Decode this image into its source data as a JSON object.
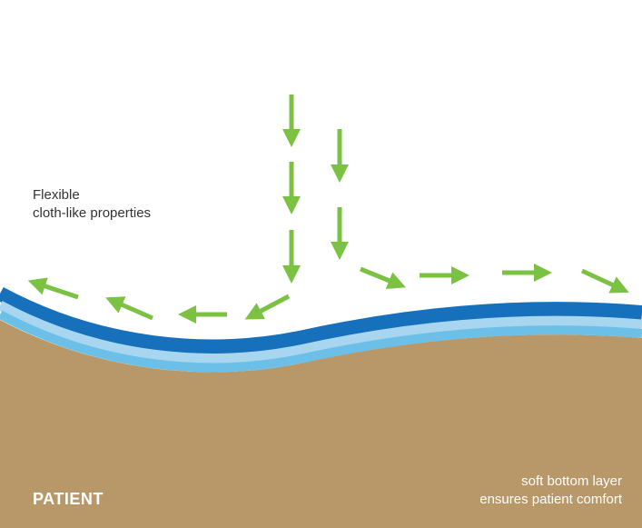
{
  "labels": {
    "flexible_line1": "Flexible",
    "flexible_line2": "cloth-like properties",
    "soft_line1": "soft bottom layer",
    "soft_line2": "ensures patient comfort",
    "patient": "PATIENT"
  },
  "colors": {
    "background": "#ffffff",
    "patient_body": "#b89868",
    "layer_outer": "#1670bb",
    "layer_middle": "#a8d6f1",
    "layer_inner": "#6cc0e8",
    "arrows": "#7cc242"
  },
  "arrows": {
    "direction_summary": "air flows down onto the layer and spreads outward to the left and right"
  }
}
